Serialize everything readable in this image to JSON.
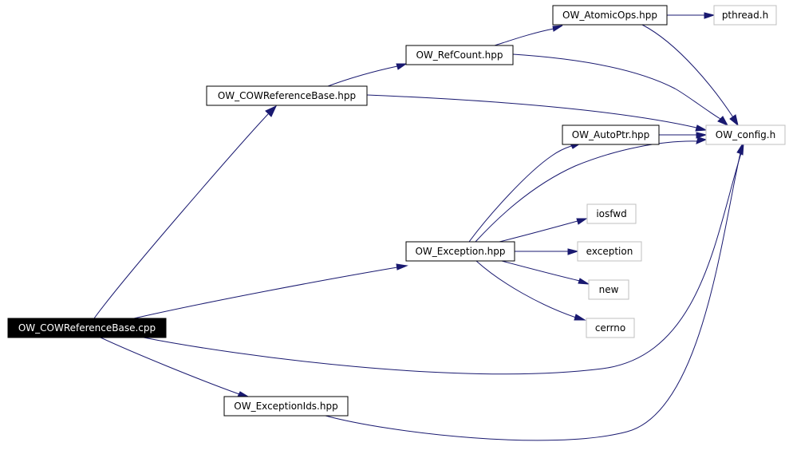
{
  "diagram": {
    "colors": {
      "edge": "#191970",
      "root_fill": "#000000",
      "root_text": "#ffffff",
      "node_border": "#000000",
      "external_border": "#bfbfbf",
      "background": "#ffffff"
    },
    "nodes": [
      {
        "id": "cow_cpp",
        "label": "OW_COWReferenceBase.cpp",
        "kind": "root"
      },
      {
        "id": "cow_hpp",
        "label": "OW_COWReferenceBase.hpp",
        "kind": "header"
      },
      {
        "id": "refcount",
        "label": "OW_RefCount.hpp",
        "kind": "header"
      },
      {
        "id": "atomic",
        "label": "OW_AtomicOps.hpp",
        "kind": "header"
      },
      {
        "id": "pthread",
        "label": "pthread.h",
        "kind": "external"
      },
      {
        "id": "config",
        "label": "OW_config.h",
        "kind": "external"
      },
      {
        "id": "autoptr",
        "label": "OW_AutoPtr.hpp",
        "kind": "header"
      },
      {
        "id": "exception_hpp",
        "label": "OW_Exception.hpp",
        "kind": "header"
      },
      {
        "id": "iosfwd",
        "label": "iosfwd",
        "kind": "external"
      },
      {
        "id": "exception",
        "label": "exception",
        "kind": "external"
      },
      {
        "id": "new",
        "label": "new",
        "kind": "external"
      },
      {
        "id": "cerrno",
        "label": "cerrno",
        "kind": "external"
      },
      {
        "id": "exceptionids",
        "label": "OW_ExceptionIds.hpp",
        "kind": "header"
      }
    ],
    "edges": [
      {
        "from": "cow_cpp",
        "to": "cow_hpp"
      },
      {
        "from": "cow_cpp",
        "to": "exception_hpp"
      },
      {
        "from": "cow_cpp",
        "to": "config"
      },
      {
        "from": "cow_cpp",
        "to": "exceptionids"
      },
      {
        "from": "cow_hpp",
        "to": "refcount"
      },
      {
        "from": "cow_hpp",
        "to": "config"
      },
      {
        "from": "refcount",
        "to": "atomic"
      },
      {
        "from": "refcount",
        "to": "config"
      },
      {
        "from": "atomic",
        "to": "pthread"
      },
      {
        "from": "atomic",
        "to": "config"
      },
      {
        "from": "autoptr",
        "to": "config"
      },
      {
        "from": "exception_hpp",
        "to": "autoptr"
      },
      {
        "from": "exception_hpp",
        "to": "config"
      },
      {
        "from": "exception_hpp",
        "to": "iosfwd"
      },
      {
        "from": "exception_hpp",
        "to": "exception"
      },
      {
        "from": "exception_hpp",
        "to": "new"
      },
      {
        "from": "exception_hpp",
        "to": "cerrno"
      },
      {
        "from": "exceptionids",
        "to": "config"
      }
    ]
  }
}
